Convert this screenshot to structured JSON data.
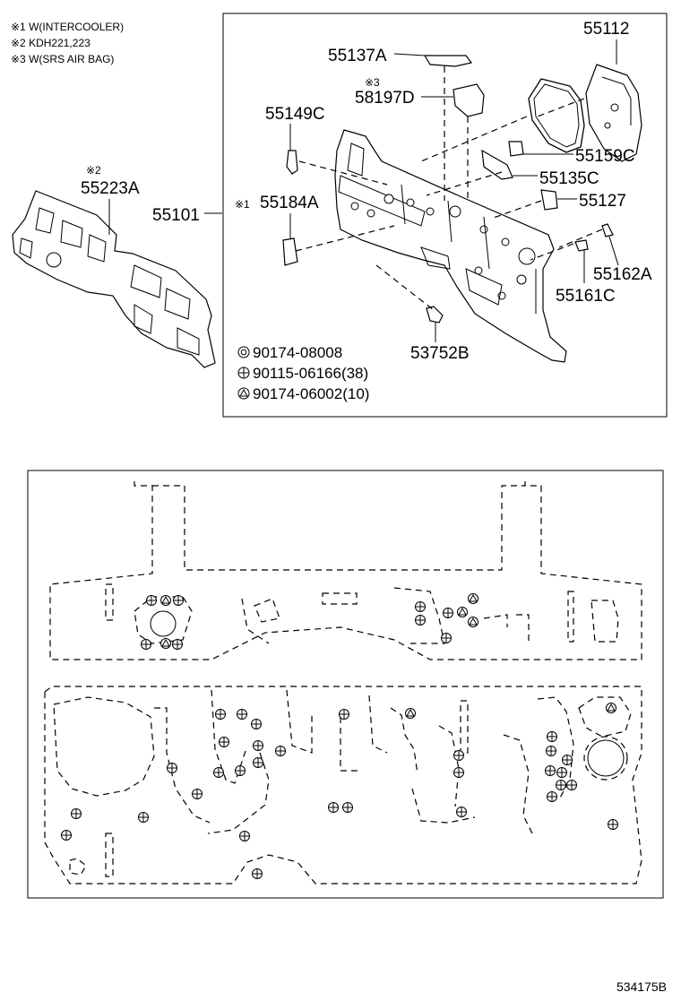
{
  "notes": [
    {
      "mark": "※1",
      "text": "W(INTERCOOLER)"
    },
    {
      "mark": "※2",
      "text": "KDH221,223"
    },
    {
      "mark": "※3",
      "text": "W(SRS AIR BAG)"
    }
  ],
  "parts": {
    "p55112": "55112",
    "p55137A": "55137A",
    "p58197D": "58197D",
    "p58197D_mark": "※3",
    "p55149C": "55149C",
    "p55159C": "55159C",
    "p55135C": "55135C",
    "p55127": "55127",
    "p55184A": "55184A",
    "p55184A_mark": "※1",
    "p55101": "55101",
    "p55223A": "55223A",
    "p55223A_mark": "※2",
    "p55162A": "55162A",
    "p55161C": "55161C",
    "p53752B": "53752B"
  },
  "fasteners": [
    {
      "symbol": "circle-in-circle",
      "text": "90174-08008"
    },
    {
      "symbol": "circle-cross",
      "text": "90115-06166(38)"
    },
    {
      "symbol": "triangle-in-circle",
      "text": "90174-06002(10)"
    }
  ],
  "figure_code": "534175B"
}
